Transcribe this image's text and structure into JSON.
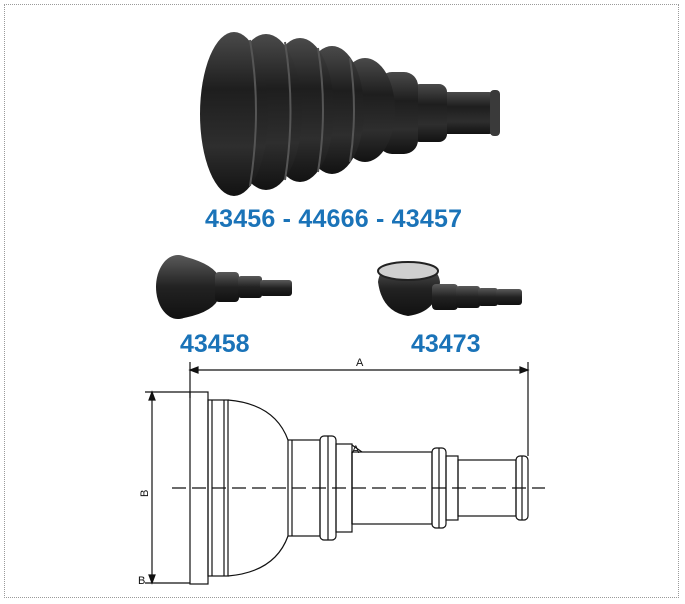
{
  "products": {
    "large": {
      "codes": "43456 - 44666 - 43457"
    },
    "small_left": {
      "code": "43458"
    },
    "small_right": {
      "code": "43473"
    }
  },
  "drawing": {
    "dim_length": "A",
    "dim_diameter": "B",
    "dim_diameter_rotated": "B",
    "inner_label": "A"
  },
  "colors": {
    "code_text": "#1a73b8",
    "rubber": "#2b2b2b"
  }
}
